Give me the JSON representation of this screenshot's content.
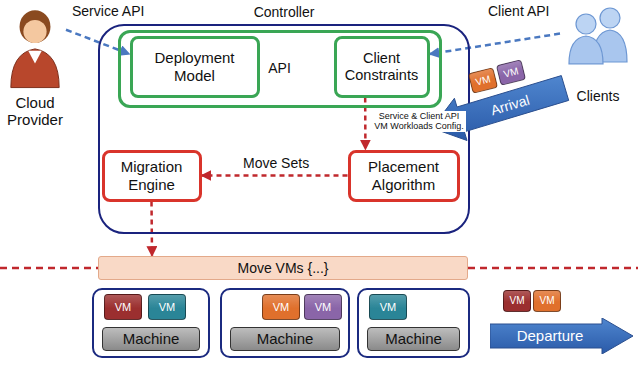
{
  "diagram": {
    "nodes": [
      {
        "text": [
          "Cloud Provider"
        ]
      },
      {
        "text": [
          "Controller"
        ]
      },
      {
        "text": [
          "API"
        ],
        "in": 1
      },
      {
        "text": [
          "Deployment Model"
        ],
        "in": 2
      },
      {
        "text": [
          "Client Constraints"
        ],
        "in": 2
      },
      {
        "text": [
          "Migration Engine"
        ],
        "in": 1
      },
      {
        "text": [
          "Placement Algorithm"
        ],
        "in": 1
      },
      {
        "text": [
          "Clients"
        ]
      },
      {
        "text": [
          "VM"
        ]
      },
      {
        "text": [
          "VM"
        ]
      },
      {
        "text": [
          "Arrival"
        ]
      },
      {
        "text": [
          "Move VMs {...}"
        ]
      },
      {
        "text": [
          "Machine"
        ]
      },
      {
        "text": [
          "VM"
        ],
        "in": 12
      },
      {
        "text": [
          "VM"
        ],
        "in": 12
      },
      {
        "text": [
          "Machine"
        ]
      },
      {
        "text": [
          "VM"
        ],
        "in": 15
      },
      {
        "text": [
          "VM"
        ],
        "in": 15
      },
      {
        "text": [
          "Machine"
        ]
      },
      {
        "text": [
          "VM"
        ],
        "in": 18
      },
      {
        "text": [
          "VM"
        ]
      },
      {
        "text": [
          "VM"
        ]
      },
      {
        "text": [
          "Departure"
        ]
      }
    ],
    "edges": [
      {
        "from": 0,
        "to": 3,
        "label": "Service API",
        "arrow": "to"
      },
      {
        "from": 7,
        "to": 4,
        "label": "Client API",
        "arrow": "to"
      },
      {
        "from": 4,
        "to": 6,
        "label": "Service & Client API VM Workloads Config.",
        "arrow": "to"
      },
      {
        "from": 6,
        "to": 5,
        "label": "Move Sets",
        "arrow": "to"
      },
      {
        "from": 5,
        "to": 11,
        "arrow": "to"
      }
    ]
  }
}
